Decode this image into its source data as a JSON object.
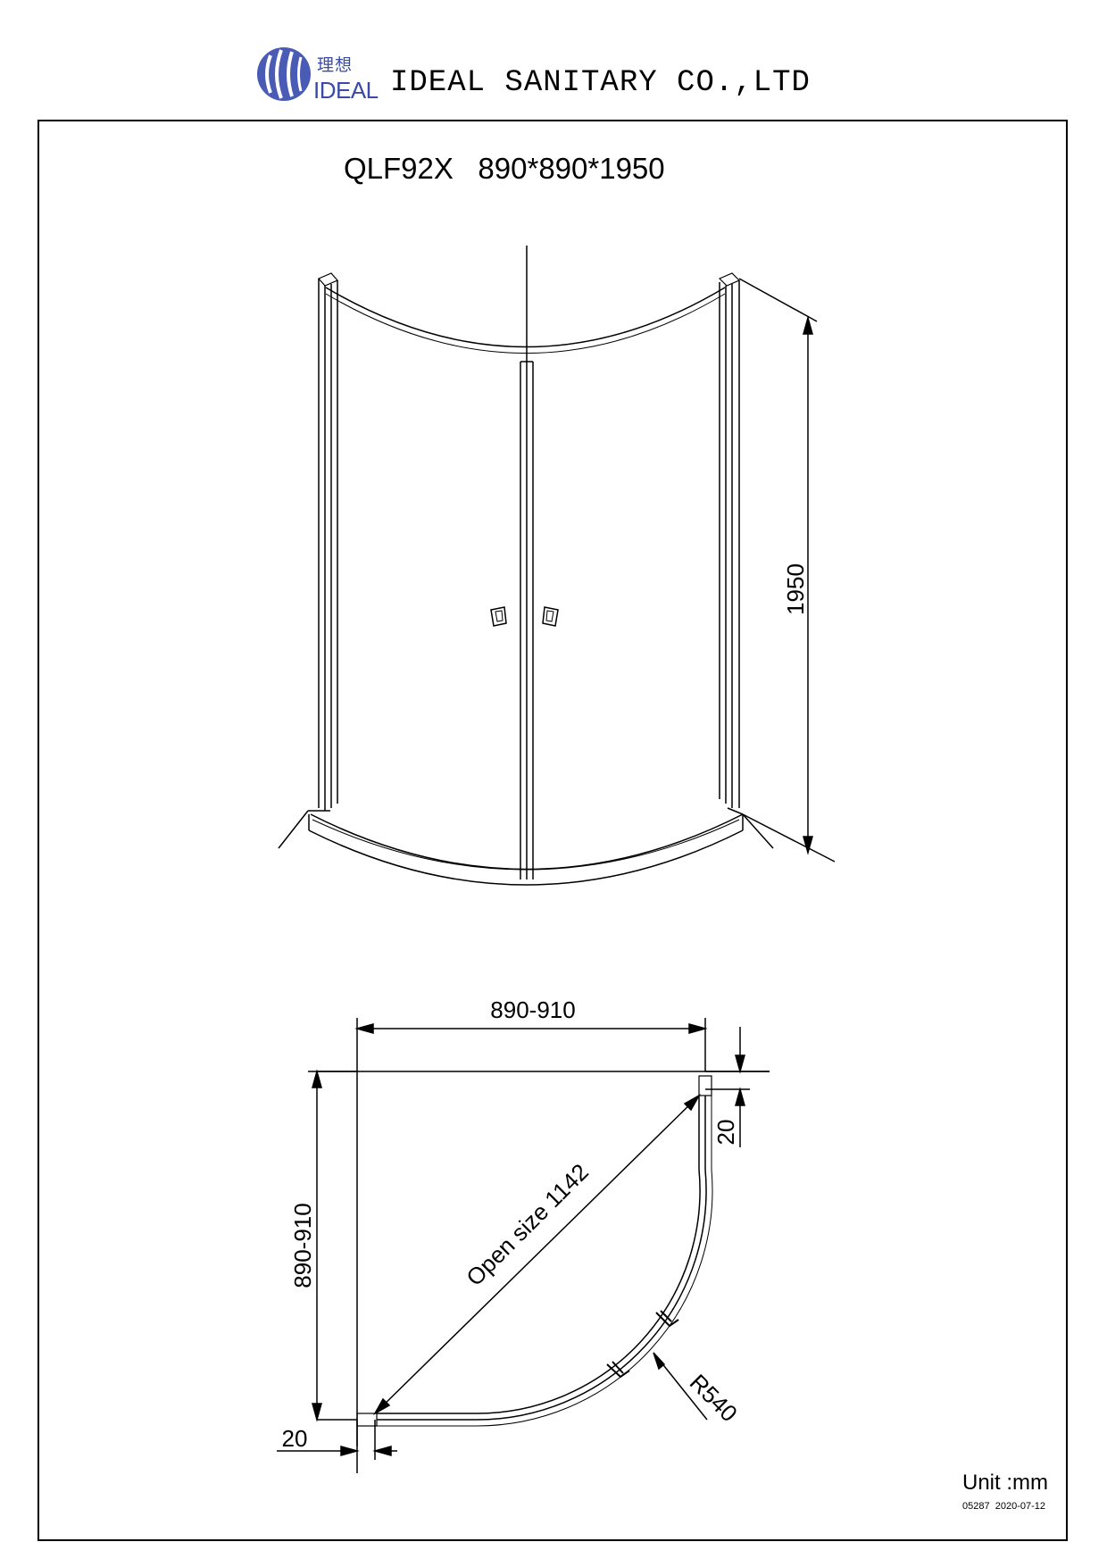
{
  "header": {
    "logo_cn": "理想",
    "logo_en": "IDEAL",
    "company": "IDEAL SANITARY CO.,LTD",
    "logo_color": "#3a4aa8"
  },
  "product": {
    "model": "QLF92X",
    "size": "890*890*1950"
  },
  "drawing": {
    "elevation_height_label": "1950",
    "plan_width_label": "890-910",
    "plan_depth_label": "890-910",
    "offset_top_label": "20",
    "offset_left_label": "20",
    "diagonal_label": "Open size 1142",
    "radius_label": "R540"
  },
  "footer": {
    "unit": "Unit :mm",
    "doc_number": "05287",
    "date": "2020-07-12"
  }
}
